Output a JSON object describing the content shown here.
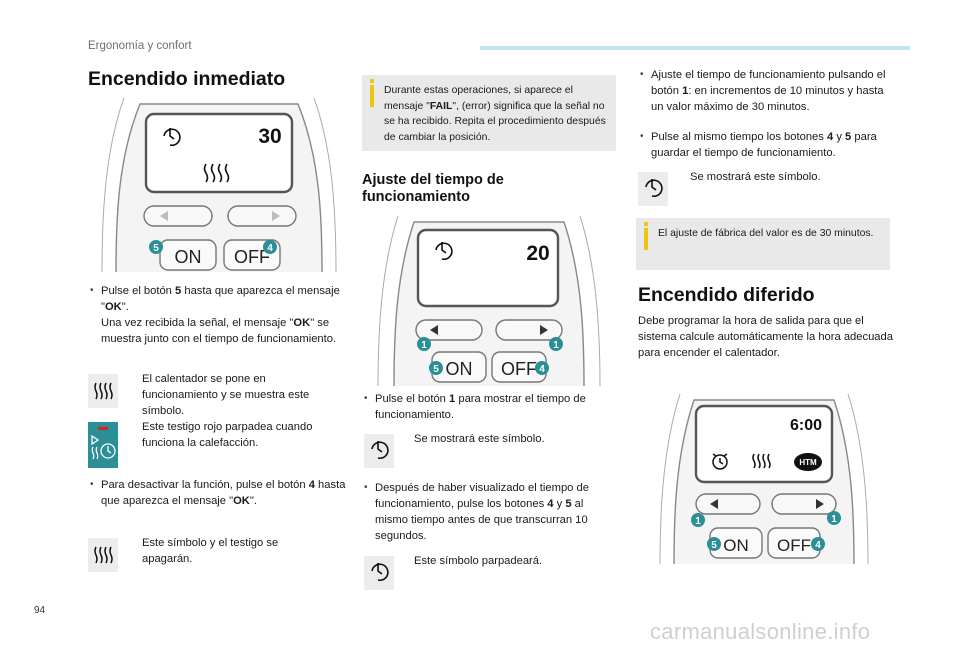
{
  "header": {
    "section": "Ergonomía y confort",
    "page": "94"
  },
  "watermark": "carmanualsonline.info",
  "col1": {
    "title": "Encendido inmediato",
    "remote": {
      "display": "30",
      "btn_on": "ON",
      "btn_off": "OFF",
      "marker_on": "5",
      "marker_off": "4"
    },
    "bullet1_a": "Pulse el botón ",
    "bullet1_num": "5",
    "bullet1_b": " hasta que aparezca el mensaje \"",
    "bullet1_ok": "OK",
    "bullet1_c": "\".",
    "bullet1_d": "Una vez recibida la señal, el mensaje \"",
    "bullet1_ok2": "OK",
    "bullet1_e": "\" se muestra junto con el tiempo de funcionamiento.",
    "icon1_text": "El calentador se pone en funcionamiento y se muestra este símbolo.",
    "icon2_text": "Este testigo rojo parpadea cuando funciona la calefacción.",
    "bullet2_a": "Para desactivar la función, pulse el botón ",
    "bullet2_num": "4",
    "bullet2_b": " hasta que aparezca el mensaje \"",
    "bullet2_ok": "OK",
    "bullet2_c": "\".",
    "icon3_text": "Este símbolo y el testigo se apagarán."
  },
  "col2": {
    "note_a": "Durante estas operaciones, si aparece el mensaje \"",
    "note_fail": "FAIL",
    "note_b": "\", (error) significa que la señal no se ha recibido. Repita el procedimiento después de cambiar la posición.",
    "title": "Ajuste del tiempo de funcionamiento",
    "remote": {
      "display": "20",
      "btn_on": "ON",
      "btn_off": "OFF",
      "marker_on": "5",
      "marker_off": "4",
      "marker_left": "1",
      "marker_right": "1"
    },
    "bullet1_a": "Pulse el botón ",
    "bullet1_num": "1",
    "bullet1_b": " para mostrar el tiempo de funcionamiento.",
    "icon1_text": "Se mostrará este símbolo.",
    "bullet2_a": "Después de haber visualizado el tiempo de funcionamiento, pulse los botones ",
    "bullet2_num1": "4",
    "bullet2_y": " y ",
    "bullet2_num2": "5",
    "bullet2_b": " al mismo tiempo antes de que transcurran 10 segundos.",
    "icon2_text": "Este símbolo parpadeará."
  },
  "col3": {
    "bullet1_a": "Ajuste el tiempo de funcionamiento pulsando el botón ",
    "bullet1_num": "1",
    "bullet1_b": ": en incrementos de 10 minutos y hasta un valor máximo de 30 minutos.",
    "bullet2_a": "Pulse al mismo tiempo los botones ",
    "bullet2_num1": "4",
    "bullet2_y": " y ",
    "bullet2_num2": "5",
    "bullet2_b": " para guardar el tiempo de funcionamiento.",
    "icon1_text": "Se mostrará este símbolo.",
    "note": "El ajuste de fábrica del valor es de 30 minutos.",
    "title": "Encendido diferido",
    "para": "Debe programar la hora de salida para que el sistema calcule automáticamente la hora adecuada para encender el calentador.",
    "remote": {
      "display": "6:00",
      "badge": "HTM",
      "btn_on": "ON",
      "btn_off": "OFF",
      "marker_on": "5",
      "marker_off": "4",
      "marker_left": "1",
      "marker_right": "1"
    }
  },
  "colors": {
    "marker": "#2a8f96",
    "accent_bar": "#bde7ef",
    "note_bg": "#e9e9e9",
    "info_icon": "#f1c40f",
    "red_led": "#e02020"
  }
}
